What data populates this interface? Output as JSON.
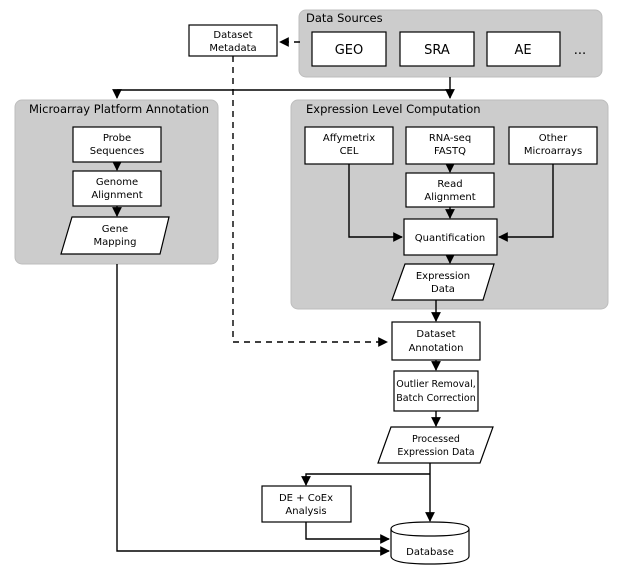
{
  "panels": {
    "data_sources": "Data Sources",
    "microarray": "Microarray Platform Annotation",
    "expression": "Expression Level Computation"
  },
  "nodes": {
    "geo": "GEO",
    "sra": "SRA",
    "ae": "AE",
    "more": "...",
    "metadata": [
      "Dataset",
      "Metadata"
    ],
    "probe": [
      "Probe",
      "Sequences"
    ],
    "genome": [
      "Genome",
      "Alignment"
    ],
    "gene": [
      "Gene",
      "Mapping"
    ],
    "affy": [
      "Affymetrix",
      "CEL"
    ],
    "rnaseq": [
      "RNA-seq",
      "FASTQ"
    ],
    "other": [
      "Other",
      "Microarrays"
    ],
    "read": [
      "Read",
      "Alignment"
    ],
    "quant": "Quantification",
    "exprdata": [
      "Expression",
      "Data"
    ],
    "annotation": [
      "Dataset",
      "Annotation"
    ],
    "outlier": [
      "Outlier Removal,",
      "Batch Correction"
    ],
    "processed": [
      "Processed",
      "Expression Data"
    ],
    "decoex": [
      "DE + CoEx",
      "Analysis"
    ],
    "database": "Database"
  }
}
